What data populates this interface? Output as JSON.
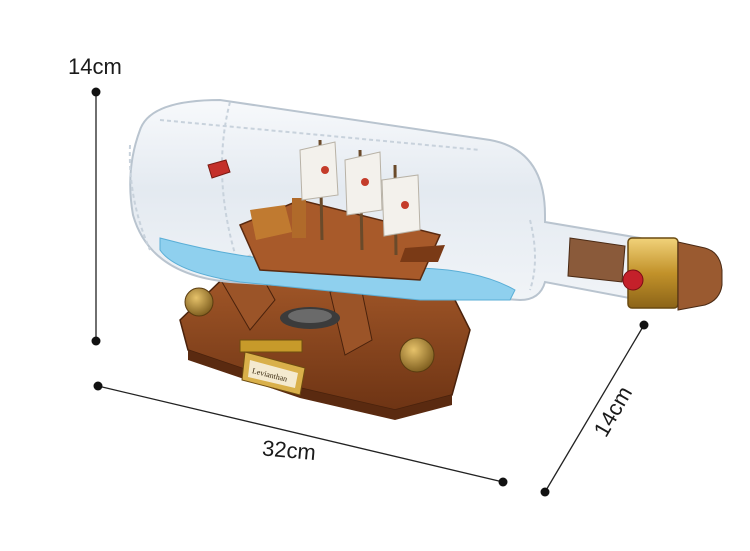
{
  "dimensions": {
    "height_label": "14cm",
    "length_label": "32cm",
    "depth_label": "14cm"
  },
  "product": {
    "plaque_text": "Levianthan"
  },
  "colors": {
    "background": "#ffffff",
    "dimension_line": "#222222",
    "wood": "#8a4a22",
    "glass": "#e8eef4",
    "water": "#8fd0ee",
    "cork_gold": "#c79a2a"
  }
}
